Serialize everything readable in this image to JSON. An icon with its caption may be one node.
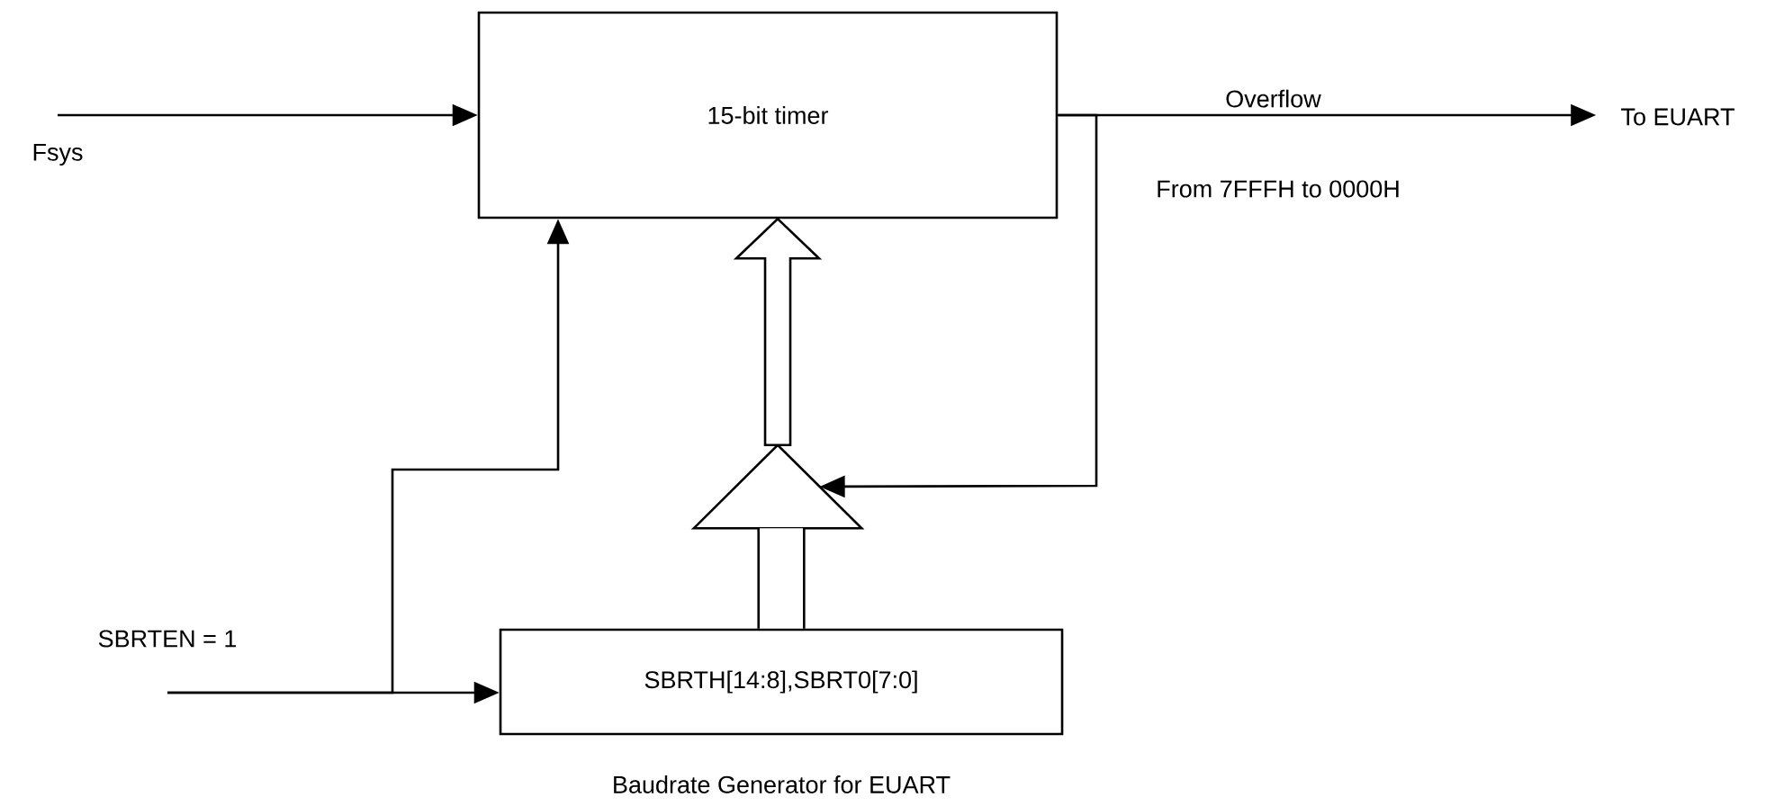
{
  "diagram": {
    "nodes": [
      {
        "text": [
          "15-bit timer"
        ]
      },
      {
        "text": [
          "Fsys"
        ]
      },
      {
        "text": [
          "To EUART"
        ]
      },
      {
        "text": [
          "SBRTEN = 1"
        ]
      },
      {
        "text": [
          "SBRTH[14:8],SBRT0[7:0]"
        ],
        "beside": [
          "Baudrate Generator for EUART"
        ]
      },
      {
        "text": [],
        "shape": "triangle"
      }
    ],
    "edges": [
      {
        "from": 1,
        "to": 0,
        "arrow": "to"
      },
      {
        "from": 0,
        "to": 2,
        "arrow": "to",
        "label": "Overflow"
      },
      {
        "from": 0,
        "to": 5,
        "arrow": "to"
      },
      {
        "from": 3,
        "to": 4,
        "arrow": "to"
      },
      {
        "from": 3,
        "to": 0,
        "arrow": "to"
      },
      {
        "from": 4,
        "to": 5,
        "arrow": "none",
        "style": "thick"
      },
      {
        "from": 5,
        "to": 0,
        "arrow": "to",
        "style": "thick"
      }
    ],
    "labels": [
      "From 7FFFH to 0000H"
    ]
  }
}
